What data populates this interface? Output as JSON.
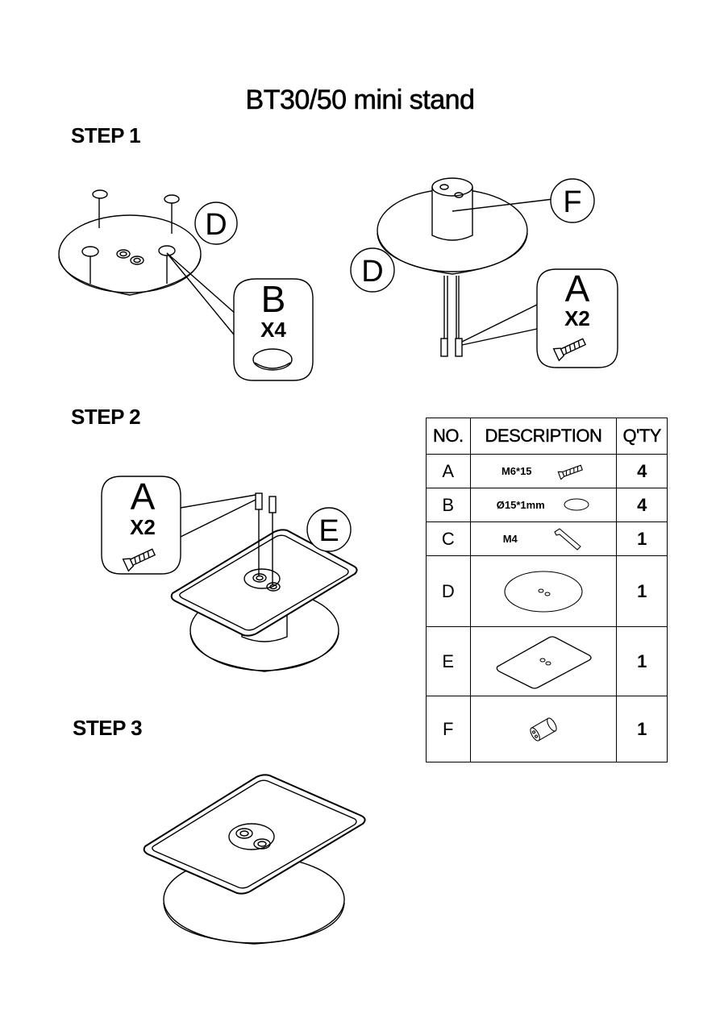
{
  "title": "BT30/50 mini stand",
  "steps": [
    {
      "label": "STEP 1"
    },
    {
      "label": "STEP 2"
    },
    {
      "label": "STEP 3"
    }
  ],
  "step1": {
    "left_part_letter": "D",
    "callout_b": {
      "letter": "B",
      "qty": "X4"
    },
    "right_part_base": "D",
    "right_part_tube": "F",
    "callout_a": {
      "letter": "A",
      "qty": "X2"
    }
  },
  "step2": {
    "callout_a": {
      "letter": "A",
      "qty": "X2"
    },
    "part_letter": "E"
  },
  "parts_table": {
    "headers": [
      "NO.",
      "DESCRIPTION",
      "Q'TY"
    ],
    "rows": [
      {
        "no": "A",
        "spec": "M6*15",
        "icon": "screw-icon",
        "qty": "4"
      },
      {
        "no": "B",
        "spec": "Ø15*1mm",
        "icon": "pad-icon",
        "qty": "4"
      },
      {
        "no": "C",
        "spec": "M4",
        "icon": "hex-key-icon",
        "qty": "1"
      },
      {
        "no": "D",
        "spec": "",
        "icon": "round-base-icon",
        "qty": "1"
      },
      {
        "no": "E",
        "spec": "",
        "icon": "plate-icon",
        "qty": "1"
      },
      {
        "no": "F",
        "spec": "",
        "icon": "tube-icon",
        "qty": "1"
      }
    ]
  }
}
